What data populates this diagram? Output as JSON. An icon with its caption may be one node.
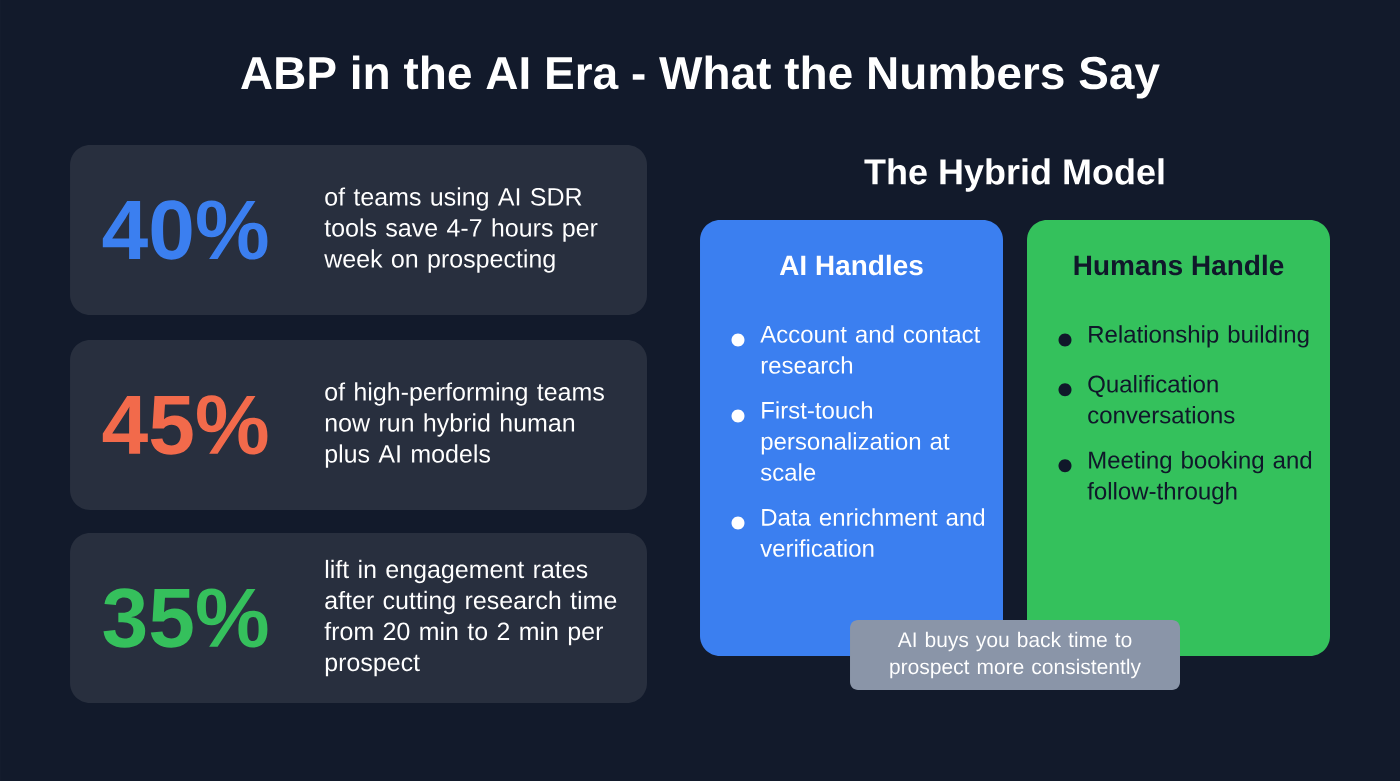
{
  "diagram": {
    "title": "ABP in the AI Era - What the Numbers Say",
    "nodes": [
      {
        "text": [
          "40%",
          "of teams using AI SDR tools save 4-7 hours per week on prospecting"
        ]
      },
      {
        "text": [
          "45%",
          "of high-performing teams now run hybrid human plus AI models"
        ]
      },
      {
        "text": [
          "35%",
          "lift in engagement rates after cutting research time from 20 min to 2 min per prospect"
        ]
      },
      {
        "text": [
          "AI Handles",
          "Account and contact research",
          "First-touch personalization at scale",
          "Data enrichment and verification"
        ]
      },
      {
        "text": [
          "Humans Handle",
          "Relationship building",
          "Qualification conversations",
          "Meeting booking and follow-through"
        ]
      },
      {
        "text": [
          "AI buys you back time to prospect more consistently"
        ]
      }
    ],
    "edges": [],
    "labels": [
      "The Hybrid Model"
    ]
  }
}
